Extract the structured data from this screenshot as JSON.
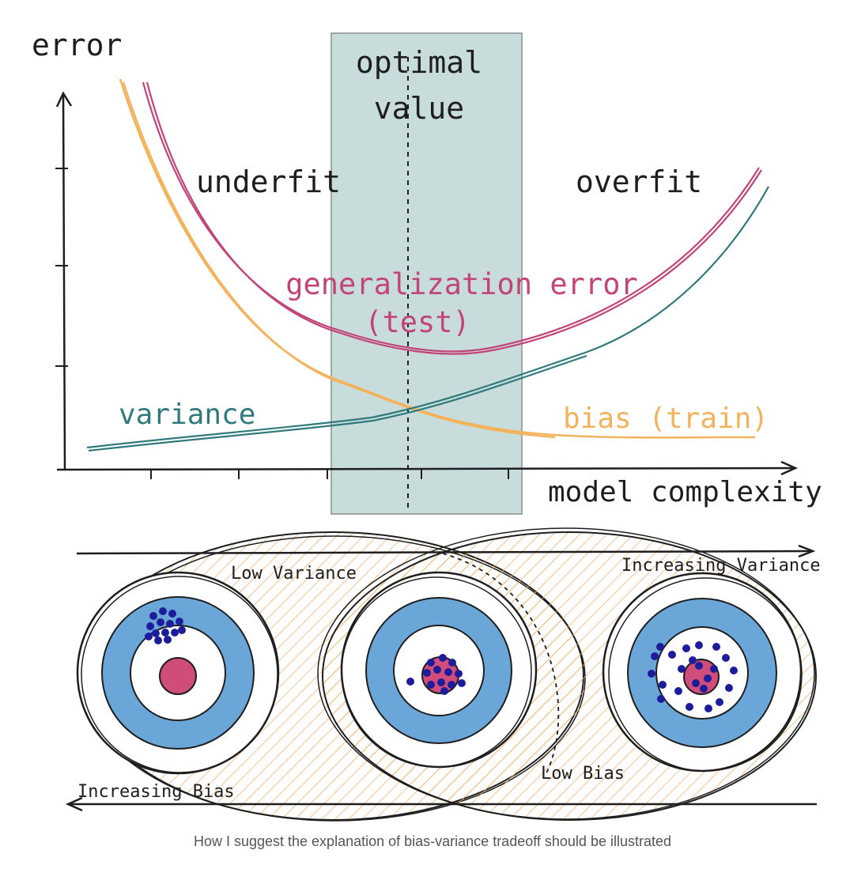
{
  "top_diagram": {
    "y_axis_label": "error",
    "x_axis_label": "model complexity",
    "optimal_label_line1": "optimal",
    "optimal_label_line2": "value",
    "underfit_label": "underfit",
    "overfit_label": "overfit",
    "generalization_label_line1": "generalization error",
    "generalization_label_line2": "(test)",
    "variance_label": "variance",
    "bias_label": "bias (train)"
  },
  "bottom_diagram": {
    "low_variance_label": "Low Variance",
    "increasing_variance_label": "Increasing Variance",
    "low_bias_label": "Low Bias",
    "increasing_bias_label": "Increasing Bias"
  },
  "caption": "How I suggest the explanation of bias-variance tradeoff should be illustrated",
  "colors": {
    "ink": "#1e1e1e",
    "test_error": "#c2457a",
    "variance": "#2f7a7c",
    "bias": "#f2b35c",
    "optimal_band": "#c9dcdc",
    "target_ring": "#6aa7d8",
    "bullseye": "#d04c7a",
    "hits": "#1d1d9c",
    "hatch": "#f5b36b"
  }
}
